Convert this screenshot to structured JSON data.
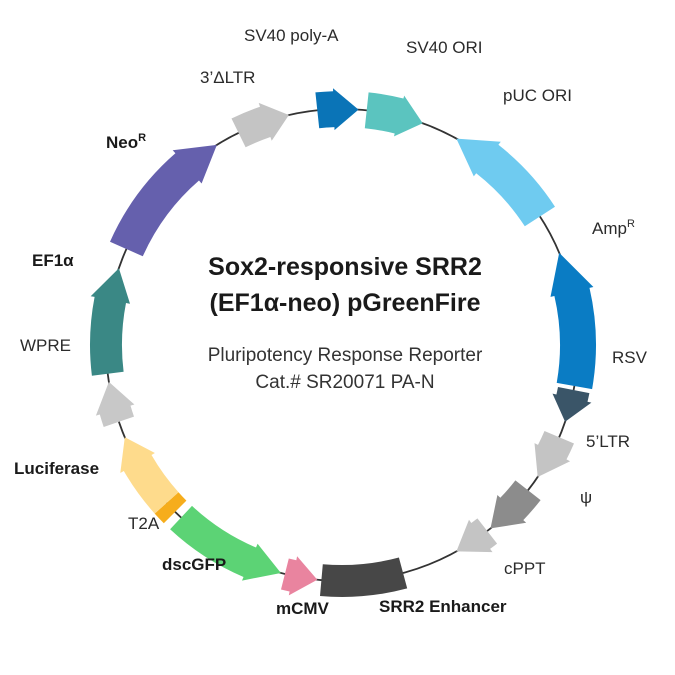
{
  "title_line1": "Sox2-responsive SRR2",
  "title_line2": "(EF1α-neo) pGreenFire",
  "subtitle_line1": "Pluripotency Response Reporter",
  "subtitle_line2": "Cat.# SR20071 PA-N",
  "labels": {
    "sv40_polya": "SV40 poly-A",
    "sv40_ori": "SV40 ORI",
    "puc_ori": "pUC ORI",
    "amp": "Amp",
    "amp_sup": "R",
    "rsv": "RSV",
    "ltr5": "5’LTR",
    "psi": "ψ",
    "cppt": "cPPT",
    "srr2": "SRR2 Enhancer",
    "mcmv": "mCMV",
    "dscgfp": "dscGFP",
    "t2a": "T2A",
    "luciferase": "Luciferase",
    "wpre": "WPRE",
    "ef1a": "EF1α",
    "neo": "Neo",
    "neo_sup": "R",
    "ltr3": "3’ΔLTR"
  },
  "colors": {
    "backbone": "#333333",
    "sv40_polya": "#0a74b7",
    "sv40_ori": "#5bc4bf",
    "puc_ori": "#6fcbf0",
    "amp": "#0a7cc4",
    "rsv": "#3a5568",
    "ltr5": "#c4c4c4",
    "psi": "#8c8c8c",
    "cppt": "#c4c4c4",
    "srr2": "#474747",
    "mcmv": "#e9849f",
    "dscgfp": "#5cd375",
    "t2a": "#f6ad1c",
    "luciferase": "#fedb8c",
    "wpre": "#c8c8c8",
    "ef1a": "#3a8885",
    "neo": "#6560ad",
    "ltr3": "#c4c4c4"
  }
}
